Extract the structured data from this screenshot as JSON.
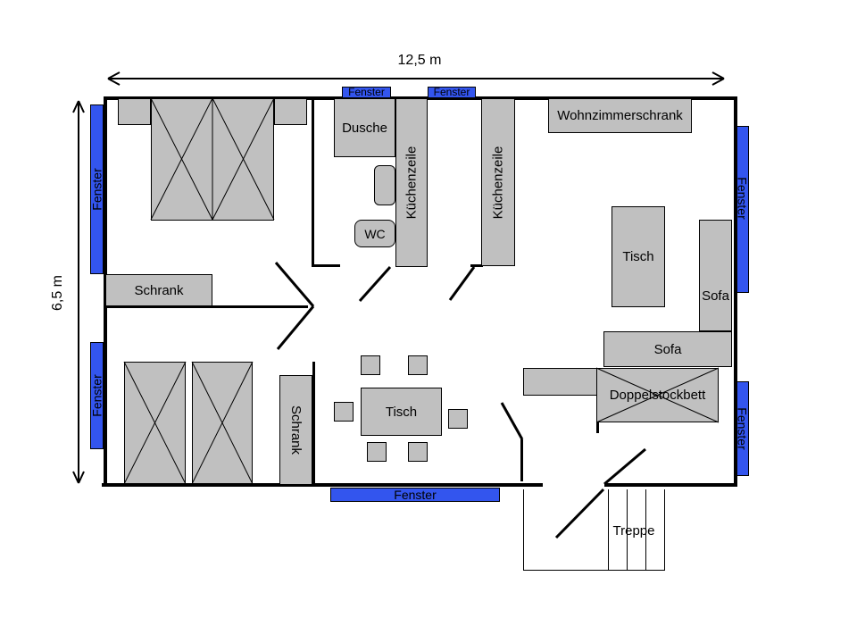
{
  "dimensions": {
    "width_label": "12,5 m",
    "height_label": "6,5 m"
  },
  "labels": {
    "fenster": "Fenster",
    "dusche": "Dusche",
    "wc": "WC",
    "kuechenzeile": "Küchenzeile",
    "wohnzimmerschrank": "Wohnzimmerschrank",
    "schrank": "Schrank",
    "tisch": "Tisch",
    "sofa": "Sofa",
    "doppelstockbett": "Doppelstockbett",
    "treppe": "Treppe"
  },
  "colors": {
    "window_fill": "#3355EE",
    "furniture_fill": "#C0C0C0",
    "wall": "#000000",
    "background": "#FFFFFF"
  }
}
